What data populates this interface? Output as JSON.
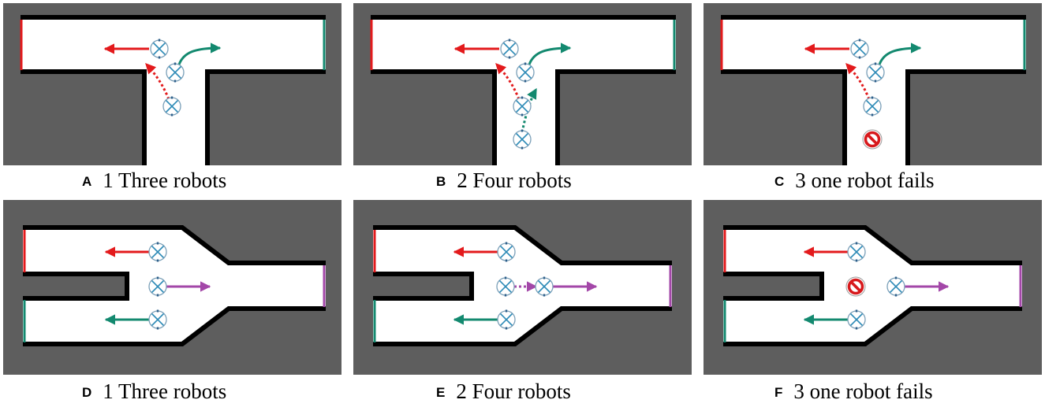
{
  "colors": {
    "background": "#5e5e5e",
    "wall": "#000000",
    "floor": "#ffffff",
    "red": "#e31a1c",
    "green": "#13896f",
    "purple": "#a347a8",
    "robot": "#2e8bb7"
  },
  "icons": {
    "robot": "robot-x-circle-icon",
    "failed_robot": "no-entry-icon"
  },
  "panels": [
    {
      "letter": "A",
      "caption": "1 Three robots"
    },
    {
      "letter": "B",
      "caption": "2 Four robots"
    },
    {
      "letter": "C",
      "caption": "3 one robot fails"
    },
    {
      "letter": "D",
      "caption": "1 Three robots"
    },
    {
      "letter": "E",
      "caption": "2 Four robots"
    },
    {
      "letter": "F",
      "caption": "3 one robot fails"
    }
  ]
}
